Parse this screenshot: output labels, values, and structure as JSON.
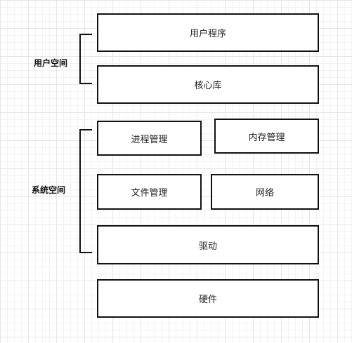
{
  "groups": {
    "user_space": "用户空间",
    "system_space": "系统空间"
  },
  "boxes": {
    "user_program": "用户程序",
    "core_library": "核心库",
    "process_management": "进程管理",
    "memory_management": "内存管理",
    "file_management": "文件管理",
    "network": "网络",
    "driver": "驱动",
    "hardware": "硬件"
  },
  "colors": {
    "stroke": "#111111",
    "fill": "#ffffff",
    "text": "#222222"
  }
}
